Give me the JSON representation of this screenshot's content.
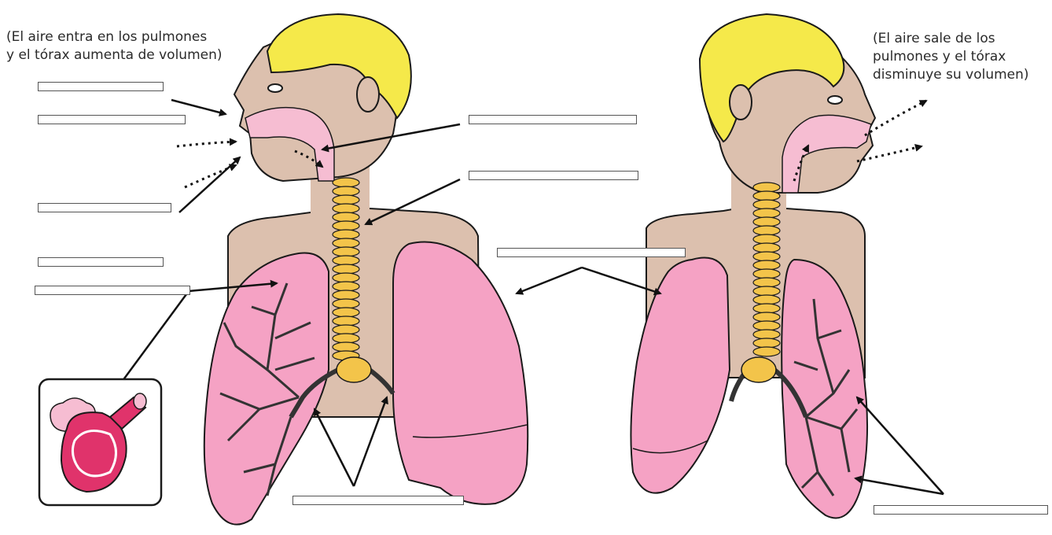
{
  "captions": {
    "inhale": [
      "(El aire entra en los pulmones",
      "y el tórax aumenta de volumen)"
    ],
    "exhale": [
      "(El aire sale de los",
      "pulmones y el tórax",
      "disminuye su volumen)"
    ]
  },
  "blanks": [
    "",
    "",
    "",
    "",
    "",
    "",
    "",
    "",
    "",
    ""
  ],
  "colors": {
    "hair": "#f5e94a",
    "skin": "#dcc0ae",
    "lung": "#f5a2c4",
    "airway": "#f6bdd2",
    "trachea_ring": "#f3c44a",
    "alveolus": "#e0336b",
    "outline": "#1a1a1a"
  }
}
